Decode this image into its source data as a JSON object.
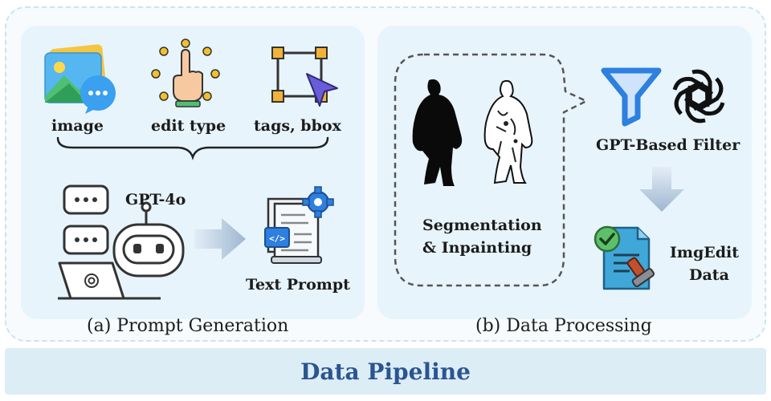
{
  "panel_a": {
    "inputs": [
      "image",
      "edit type",
      "tags, bbox"
    ],
    "model_label": "GPT-4o",
    "output_label": "Text Prompt",
    "caption": "(a) Prompt Generation"
  },
  "panel_b": {
    "segmentation_label_line1": "Segmentation",
    "segmentation_label_line2": "& Inpainting",
    "filter_label": "GPT-Based Filter",
    "output_label_line1": "ImgEdit",
    "output_label_line2": "Data",
    "caption": "(b) Data Processing"
  },
  "footer_title": "Data Pipeline",
  "colors": {
    "panel_bg": "#e7f4fb",
    "title_blue": "#2a5591",
    "funnel_blue": "#2d7fe0",
    "arrow_grey_blue": "#a9c0d8"
  }
}
